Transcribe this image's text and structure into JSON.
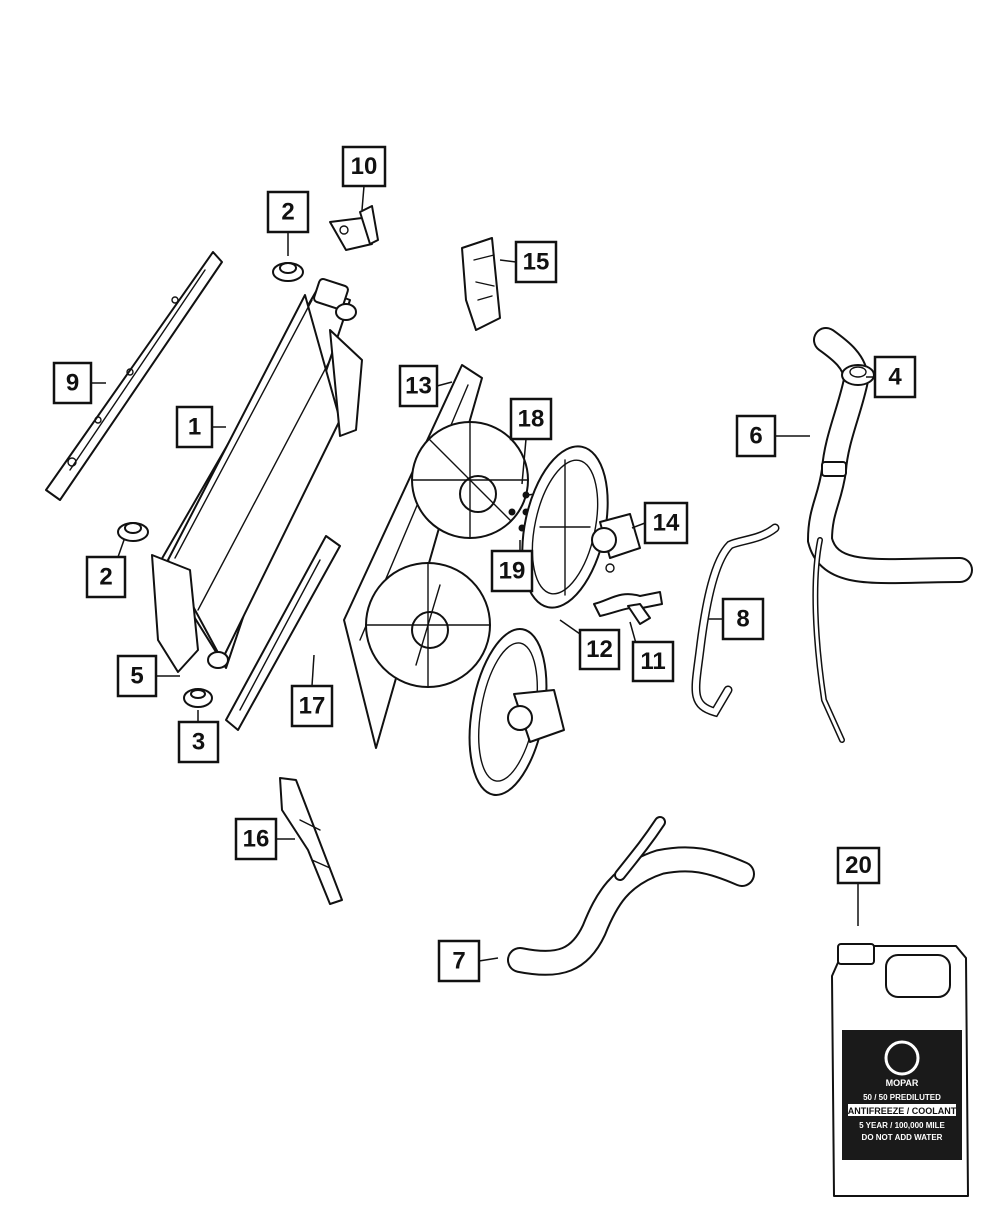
{
  "diagram": {
    "callouts": [
      {
        "id": "1",
        "label": "1"
      },
      {
        "id": "2a",
        "label": "2"
      },
      {
        "id": "2b",
        "label": "2"
      },
      {
        "id": "3",
        "label": "3"
      },
      {
        "id": "4",
        "label": "4"
      },
      {
        "id": "5",
        "label": "5"
      },
      {
        "id": "6",
        "label": "6"
      },
      {
        "id": "7",
        "label": "7"
      },
      {
        "id": "8",
        "label": "8"
      },
      {
        "id": "9",
        "label": "9"
      },
      {
        "id": "10",
        "label": "10"
      },
      {
        "id": "11",
        "label": "11"
      },
      {
        "id": "12",
        "label": "12"
      },
      {
        "id": "13",
        "label": "13"
      },
      {
        "id": "14",
        "label": "14"
      },
      {
        "id": "15",
        "label": "15"
      },
      {
        "id": "16",
        "label": "16"
      },
      {
        "id": "17",
        "label": "17"
      },
      {
        "id": "18",
        "label": "18"
      },
      {
        "id": "19",
        "label": "19"
      },
      {
        "id": "20",
        "label": "20"
      }
    ],
    "coolant_jug": {
      "brand": "MOPAR",
      "line1": "50 / 50 PREDILUTED",
      "line2": "ANTIFREEZE / COOLANT",
      "line3": "5 YEAR / 100,000 MILE",
      "line4": "DO NOT ADD WATER"
    }
  }
}
